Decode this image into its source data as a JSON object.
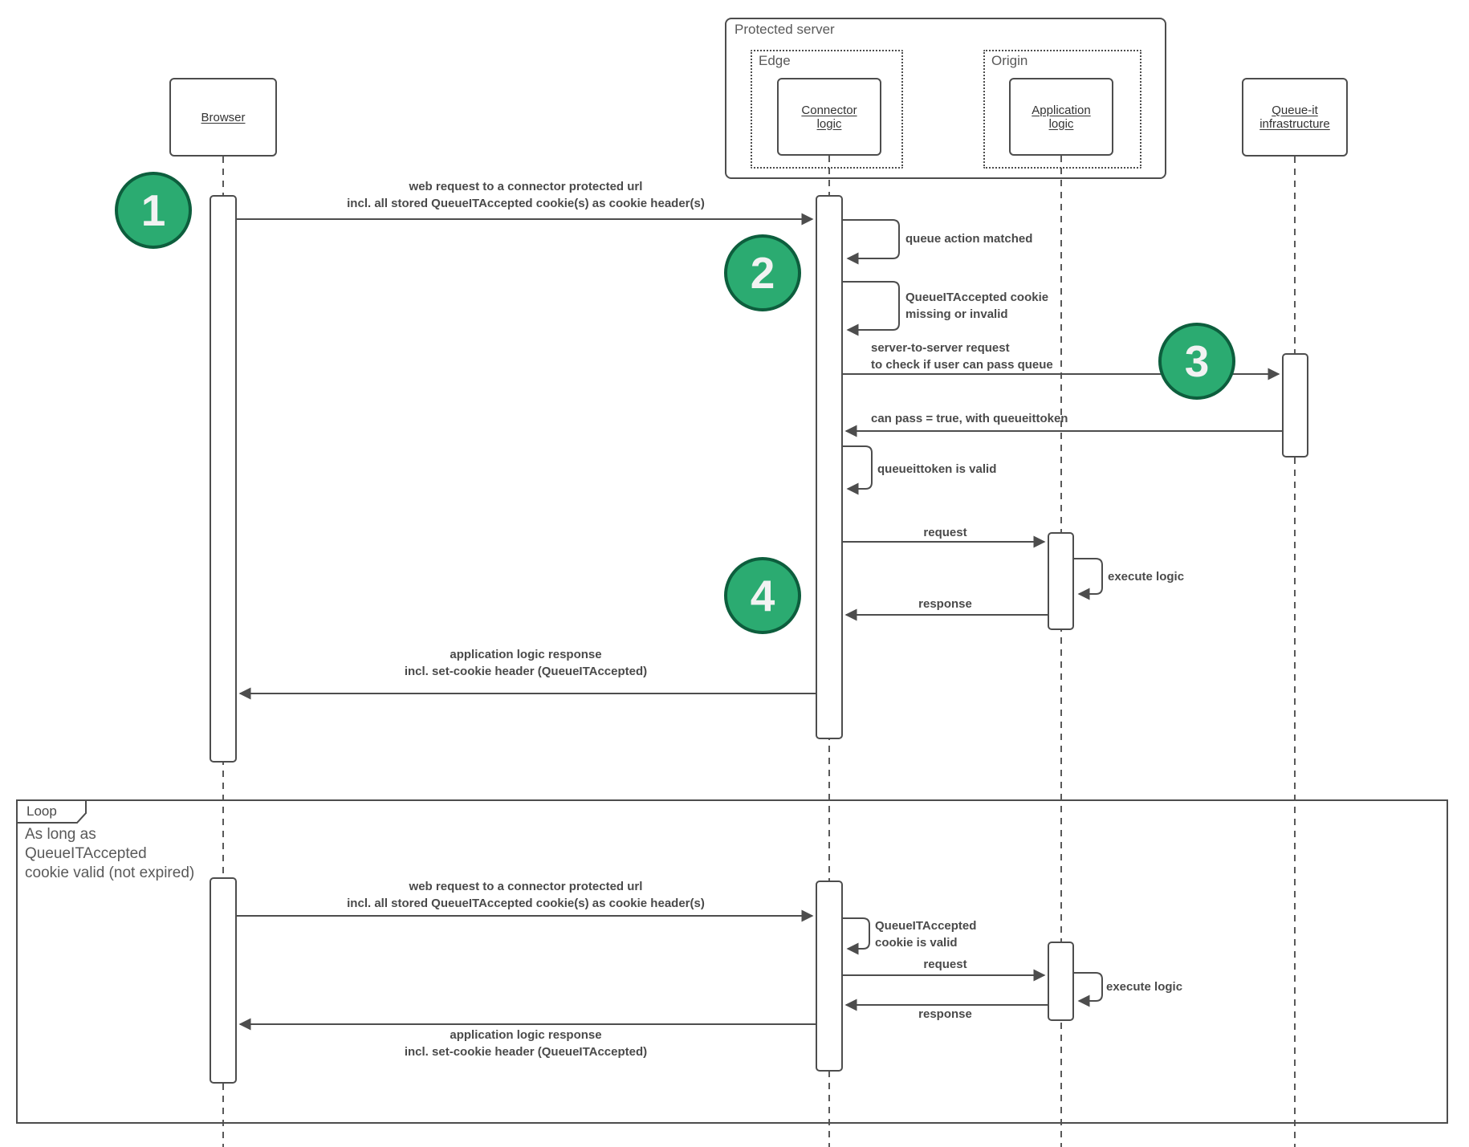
{
  "actors": {
    "browser": {
      "label": "Browser"
    },
    "protected_server": {
      "label": "Protected server"
    },
    "edge": {
      "label": "Edge"
    },
    "connector": {
      "label": "Connector logic"
    },
    "origin": {
      "label": "Origin"
    },
    "application": {
      "label": "Application logic"
    },
    "queueit": {
      "label": "Queue-it infrastructure"
    }
  },
  "step_badges": {
    "one": "1",
    "two": "2",
    "three": "3",
    "four": "4"
  },
  "colors": {
    "badge_fill": "#2BAB71",
    "badge_border": "#0D5E3D",
    "badge_text": "#F2F2F2",
    "line": "#4D4D4D",
    "label_gray": "#595959"
  },
  "messages": {
    "web_request": {
      "line1": "web request to a connector protected url",
      "line2": "incl. all stored QueueITAccepted cookie(s) as cookie header(s)"
    },
    "queue_action_matched": "queue action matched",
    "cookie_missing": {
      "line1": "QueueITAccepted cookie",
      "line2": "missing or invalid"
    },
    "server_to_server": {
      "line1": "server-to-server request",
      "line2": "to check if user can pass queue"
    },
    "can_pass": "can pass = true, with queueittoken",
    "token_valid": "queueittoken is valid",
    "request": "request",
    "execute_logic": "execute logic",
    "response": "response",
    "app_response": {
      "line1": "application logic response",
      "line2": "incl. set-cookie header (QueueITAccepted)"
    },
    "cookie_valid": {
      "line1": "QueueITAccepted",
      "line2": "cookie is valid"
    }
  },
  "loop": {
    "label": "Loop",
    "condition": {
      "line1": "As long as",
      "line2": "QueueITAccepted",
      "line3": "cookie valid (not expired)"
    }
  }
}
